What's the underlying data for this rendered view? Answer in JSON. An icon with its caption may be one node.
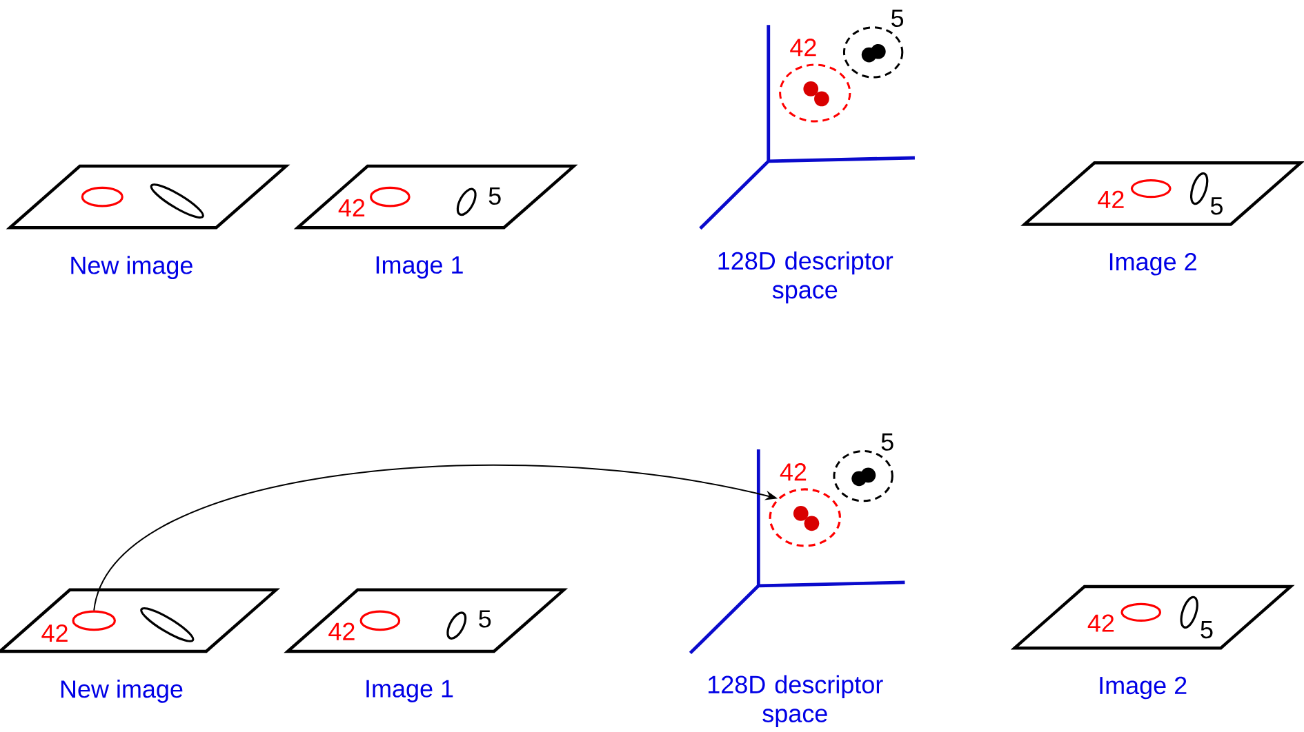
{
  "diagram": {
    "nodes": [
      {
        "text": [
          "New image"
        ]
      },
      {
        "text": [
          "Image 1"
        ]
      },
      {
        "text": [
          "Image 2"
        ]
      },
      {
        "text": [
          "New image"
        ]
      },
      {
        "text": [
          "Image 1"
        ]
      },
      {
        "text": [
          "Image 2"
        ]
      },
      {
        "text": [],
        "shape": "ellipse",
        "in": 3
      },
      {
        "text": [],
        "shape": "circle"
      }
    ],
    "edges": [
      {
        "from": 6,
        "to": 7,
        "arrow": "to"
      }
    ],
    "labels": [
      "5",
      "42",
      "42",
      "5",
      "42",
      "5",
      "128D descriptor space",
      "5",
      "42",
      "42",
      "42",
      "5",
      "42",
      "5",
      "128D descriptor space"
    ]
  }
}
